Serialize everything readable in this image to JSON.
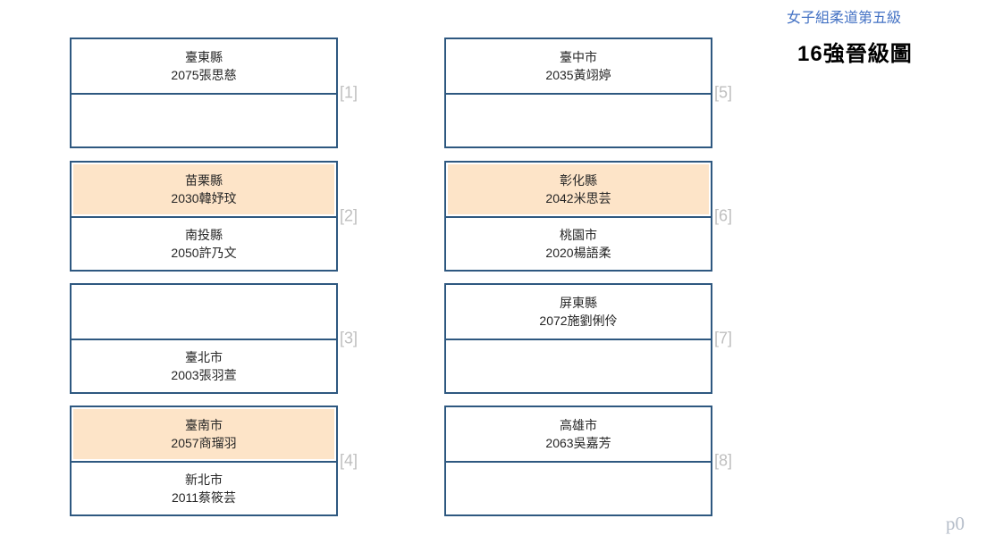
{
  "page": {
    "category_label": "女子組柔道第五級",
    "title": "16強晉級圖",
    "page_indicator": "p0"
  },
  "colors": {
    "box_border": "#2E5880",
    "highlight_fill": "#FDE4C8",
    "category_blue": "#4472C4",
    "bracket_number_gray": "#BFBFBF",
    "page_indicator_gray": "#B4BCC8",
    "slot_text": "#262626"
  },
  "bracket": {
    "matches": [
      {
        "number": "[1]",
        "top": {
          "team": "臺東縣",
          "athlete": "2075張思慈",
          "highlighted": false
        },
        "bottom": {
          "team": "",
          "athlete": "",
          "highlighted": false
        }
      },
      {
        "number": "[2]",
        "top": {
          "team": "苗栗縣",
          "athlete": "2030韓妤玟",
          "highlighted": true
        },
        "bottom": {
          "team": "南投縣",
          "athlete": "2050許乃文",
          "highlighted": false
        }
      },
      {
        "number": "[3]",
        "top": {
          "team": "",
          "athlete": "",
          "highlighted": false
        },
        "bottom": {
          "team": "臺北市",
          "athlete": "2003張羽萱",
          "highlighted": false
        }
      },
      {
        "number": "[4]",
        "top": {
          "team": "臺南市",
          "athlete": "2057商瑠羽",
          "highlighted": true
        },
        "bottom": {
          "team": "新北市",
          "athlete": "2011蔡筱芸",
          "highlighted": false
        }
      },
      {
        "number": "[5]",
        "top": {
          "team": "臺中市",
          "athlete": "2035黃翊婷",
          "highlighted": false
        },
        "bottom": {
          "team": "",
          "athlete": "",
          "highlighted": false
        }
      },
      {
        "number": "[6]",
        "top": {
          "team": "彰化縣",
          "athlete": "2042米思芸",
          "highlighted": true
        },
        "bottom": {
          "team": "桃園市",
          "athlete": "2020楊語柔",
          "highlighted": false
        }
      },
      {
        "number": "[7]",
        "top": {
          "team": "屏東縣",
          "athlete": "2072施劉俐伶",
          "highlighted": false
        },
        "bottom": {
          "team": "",
          "athlete": "",
          "highlighted": false
        }
      },
      {
        "number": "[8]",
        "top": {
          "team": "高雄市",
          "athlete": "2063吳嘉芳",
          "highlighted": false
        },
        "bottom": {
          "team": "",
          "athlete": "",
          "highlighted": false
        }
      }
    ]
  }
}
